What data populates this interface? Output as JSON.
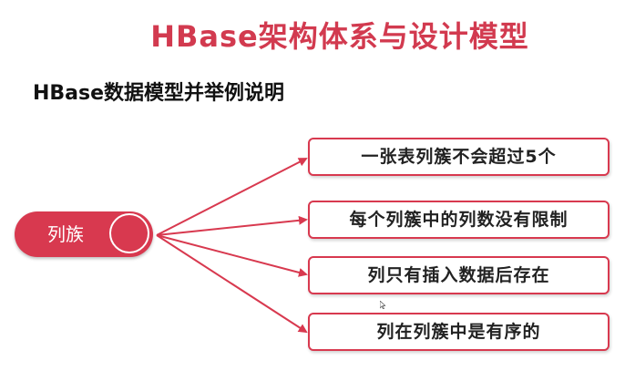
{
  "slide": {
    "title": "HBase架构体系与设计模型",
    "subtitle": "HBase数据模型并举例说明",
    "center_node": {
      "label": "列族"
    },
    "items": [
      {
        "label": "一张表列簇不会超过5个"
      },
      {
        "label": "每个列簇中的列数没有限制"
      },
      {
        "label": "列只有插入数据后存在"
      },
      {
        "label": "列在列簇中是有序的"
      }
    ]
  },
  "colors": {
    "accent": "#d8394f",
    "title": "#d23a4f",
    "text": "#222222"
  },
  "icons": {
    "cursor": "mouse-cursor-icon",
    "arrow": "arrow-icon"
  }
}
